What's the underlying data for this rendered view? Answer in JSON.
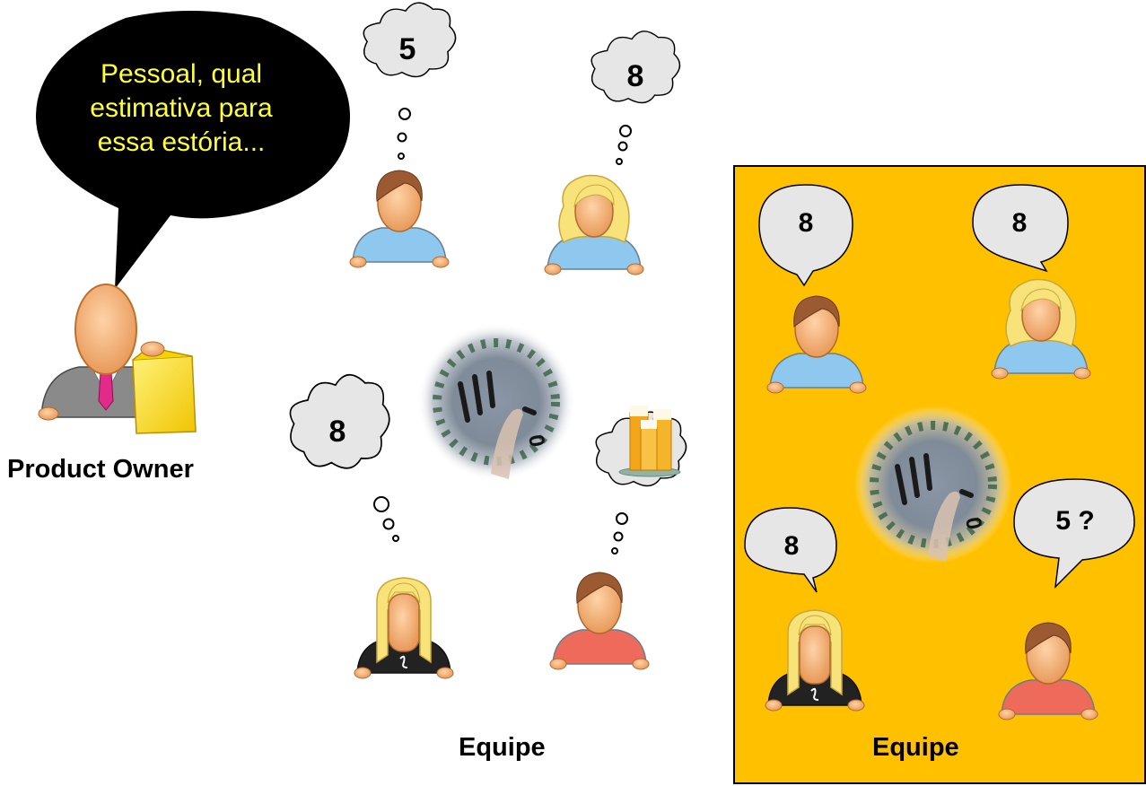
{
  "product_owner": {
    "speech": [
      "Pessoal, qual",
      "estimativa para",
      "essa estória..."
    ],
    "label": "Product Owner"
  },
  "left_team": {
    "label": "Equipe",
    "thoughts": {
      "top_left": "5",
      "top_right": "8",
      "bottom_left": "8",
      "bottom_right_icon": "beer-glasses"
    }
  },
  "right_team": {
    "label": "Equipe",
    "background_color": "#ffc000",
    "speeches": {
      "top_left": "8",
      "top_right": "8",
      "bottom_left": "8",
      "bottom_right": "5 ?"
    }
  },
  "colors": {
    "skin": "#f2b37a",
    "hair_brown": "#9b5a32",
    "hair_blond": "#f7e37a",
    "shirt_blue": "#8ec8ee",
    "shirt_red": "#ee6a5a",
    "shirt_black": "#222222",
    "cloud_fill": "#e6e6e6"
  }
}
